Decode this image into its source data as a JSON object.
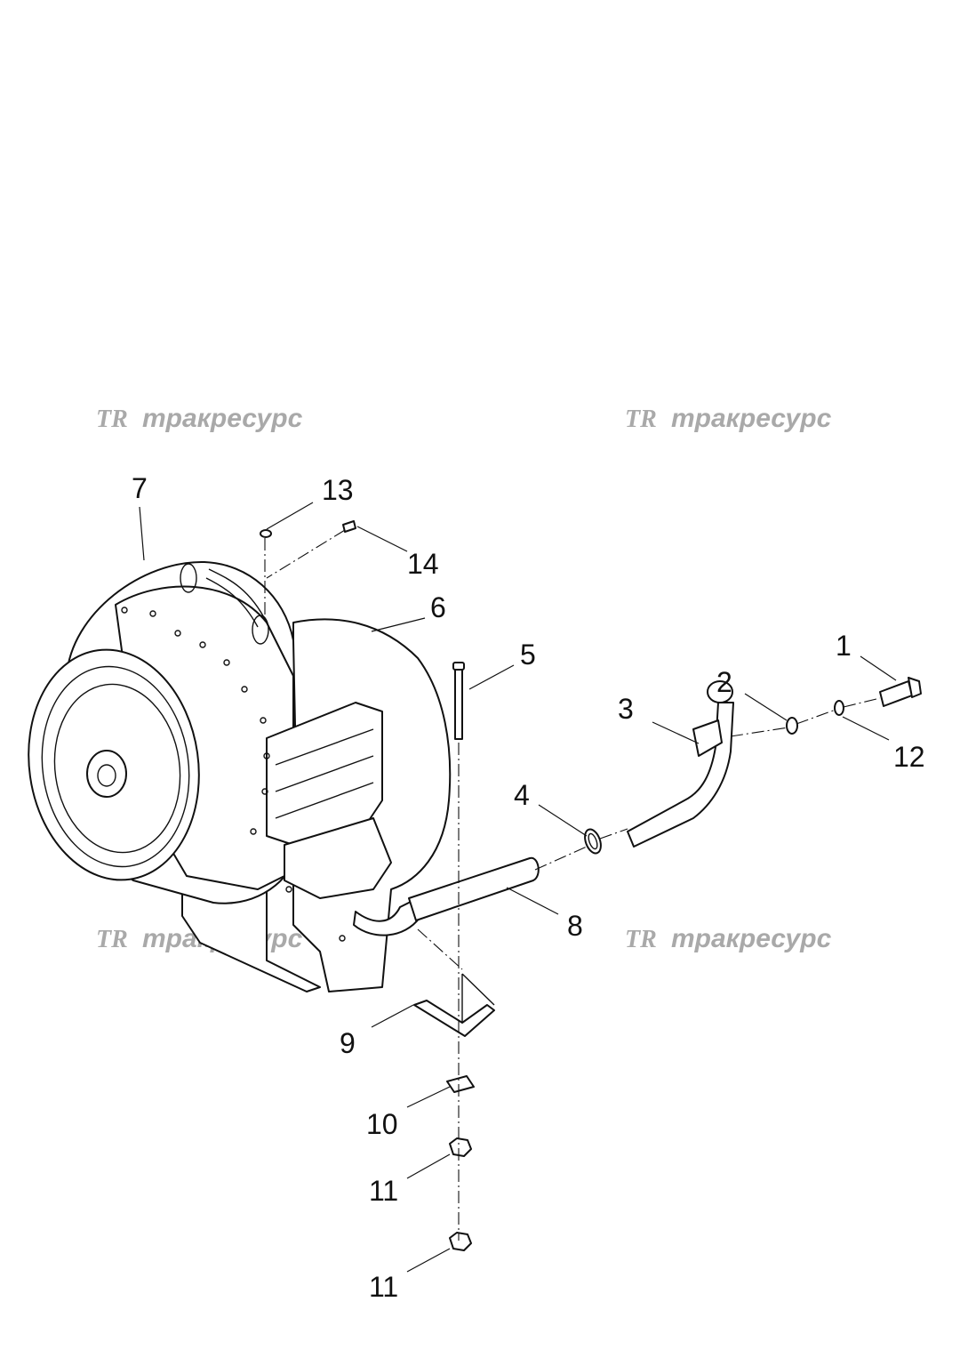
{
  "watermark": {
    "logo": "TR",
    "text": "тракресурс"
  },
  "callouts": [
    "1",
    "2",
    "3",
    "4",
    "5",
    "6",
    "7",
    "8",
    "9",
    "10",
    "11",
    "11",
    "12",
    "13",
    "14"
  ],
  "colors": {
    "line": "#111111",
    "watermark": "#a9a9a9",
    "background": "#ffffff"
  }
}
